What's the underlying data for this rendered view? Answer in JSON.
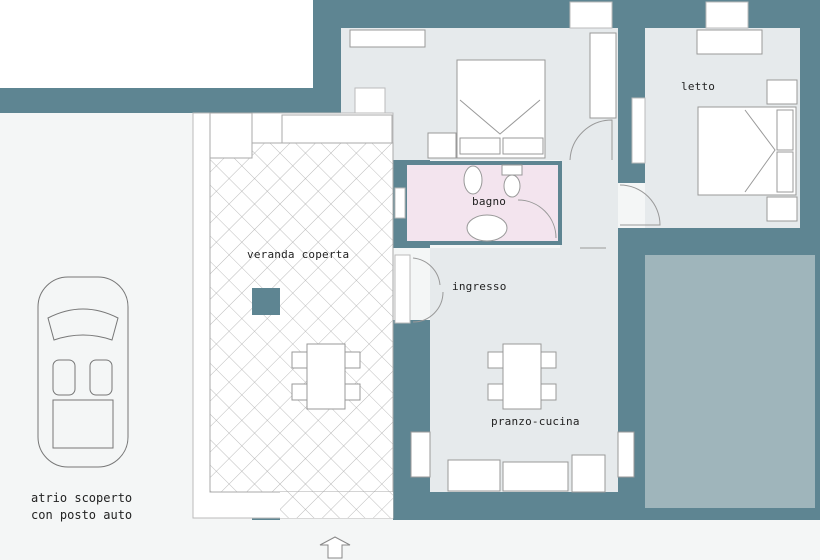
{
  "rooms": {
    "letto": "letto",
    "bagno": "bagno",
    "veranda": "veranda coperta",
    "ingresso": "ingresso",
    "pranzo": "pranzo-cucina",
    "atrio_line1": "atrio scoperto",
    "atrio_line2": "con posto auto"
  },
  "colors": {
    "wall": "#5e8592",
    "room_floor": "#e6eaec",
    "bathroom": "#f3e4ee",
    "terrace": "#9fb5bb",
    "veranda_floor": "#ffffff",
    "background": "#f4f6f6"
  },
  "icons": {
    "entrance": "arrow-up-icon",
    "car": "car-icon"
  }
}
